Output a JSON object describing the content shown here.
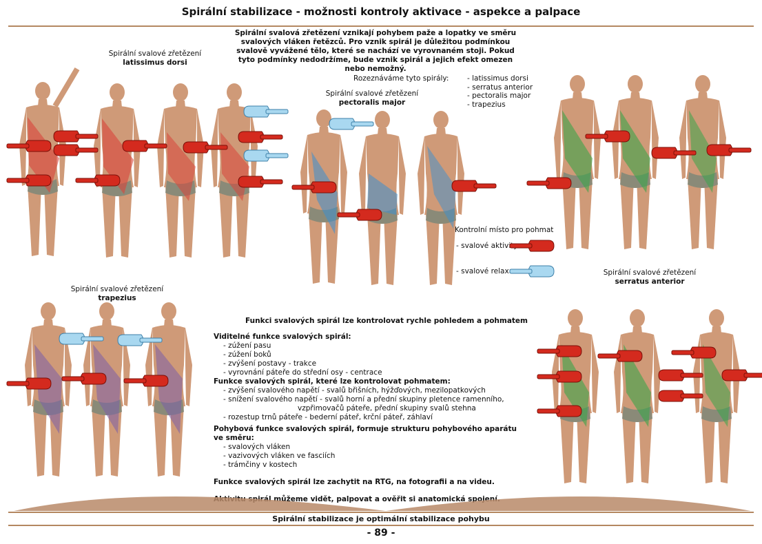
{
  "page": {
    "title": "Spirální stabilizace - možnosti kontroly aktivace - aspekce a palpace",
    "intro": "Spirální svalová zřetězení vznikají pohybem paže a lopatky ve směru svalových vláken řetězců. Pro vznik spirál je důležitou podmínkou svalově vyvážené tělo, které se nachází ve vyrovnaném stoji. Pokud tyto podmínky nedodržíme, bude vznik spirál a jejich efekt omezen nebo nemožný.",
    "spiral_label": "Rozeznáváme tyto spirály:",
    "spirals": [
      "- latissimus dorsi",
      "- serratus anterior",
      "- pectoralis major",
      "- trapezius"
    ],
    "captions": {
      "latissimus": {
        "line1": "Spirální svalové zřetězení",
        "line2": "latissimus dorsi"
      },
      "pectoralis": {
        "line1": "Spirální svalové zřetězení",
        "line2": "pectoralis major"
      },
      "trapezius": {
        "line1": "Spirální svalové zřetězení",
        "line2": "trapezius"
      },
      "serratus": {
        "line1": "Spirální svalové zřetězení",
        "line2": "serratus anterior"
      }
    },
    "legend": {
      "title": "Kontrolní místo pro pohmat",
      "activity": "- svalové aktivity",
      "relax": "- svalové relaxace",
      "activity_color": "#d42a1e",
      "relax_color": "#a9d8f0"
    },
    "body": {
      "heading": "Funkci svalových spirál lze kontrolovat rychle pohledem a pohmatem",
      "visible_h": "Viditelné funkce svalových spirál:",
      "visible_items": [
        "- zúžení pasu",
        "- zúžení boků",
        "- zvýšení postavy - trakce",
        "- vyrovnání páteře do střední osy - centrace"
      ],
      "palp_h": "Funkce svalových spirál, které lze kontrolovat pohmatem:",
      "palp_items": [
        "- zvýšení svalového napětí - svalů břišních, hýžďových, mezilopatkových",
        "- snížení svalového napětí - svalů horní a přední skupiny pletence ramenního,",
        "vzpřimovačů páteře, přední skupiny svalů stehna",
        "- rozestup trnů páteře - bederní páteř, krční páteř, záhlaví"
      ],
      "motion_h1": "Pohybová funkce svalových spirál, formuje strukturu pohybového aparátu",
      "motion_h2": "ve směru:",
      "motion_items": [
        "- svalových vláken",
        "- vazivových vláken ve fasciích",
        "- trámčiny v kostech"
      ],
      "rtg": "Funkce svalových spirál lze zachytit na RTG, na fotografii a na videu.",
      "activity_note": "Aktivitu spirál můžeme vidět, palpovat a ověřit si anatomická spojení."
    },
    "footer": "Spirální stabilizace je optimální stabilizace pohybu",
    "page_number": "- 89 -",
    "colors": {
      "rule": "#b48760",
      "skin": "#cf9a78",
      "latissimus": "#d9453a",
      "pectoralis": "#3c8fd0",
      "trapezius": "#7b5ea8",
      "serratus": "#3aa54a",
      "ground": "#b98a68"
    }
  }
}
